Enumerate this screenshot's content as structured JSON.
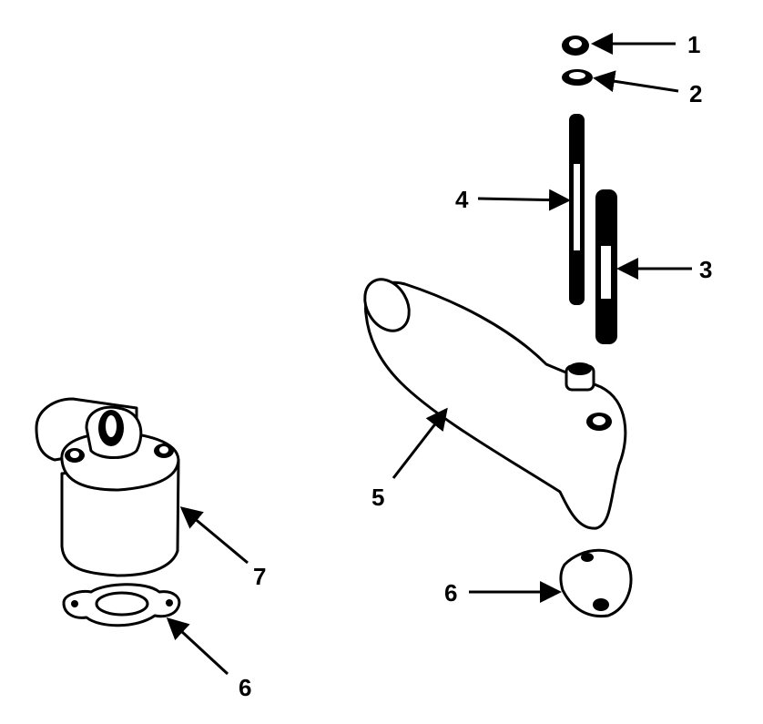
{
  "callouts": {
    "c1": "1",
    "c2": "2",
    "c3": "3",
    "c4": "4",
    "c5": "5",
    "c6a": "6",
    "c6b": "6",
    "c7": "7"
  },
  "colors": {
    "line": "#000000",
    "background": "#ffffff"
  }
}
